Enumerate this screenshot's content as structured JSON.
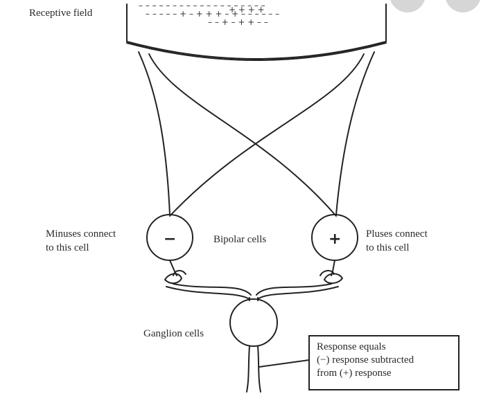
{
  "diagram": {
    "receptive_field_label": "Receptive field",
    "minus_label": "Minuses connect\nto this cell",
    "plus_label": "Pluses connect\nto this cell",
    "bipolar_label": "Bipolar cells",
    "ganglion_label": "Ganglion cells",
    "response_text": "Response equals\n(−) response subtracted\nfrom (+) response",
    "minus_sign": "−",
    "plus_sign": "+"
  }
}
